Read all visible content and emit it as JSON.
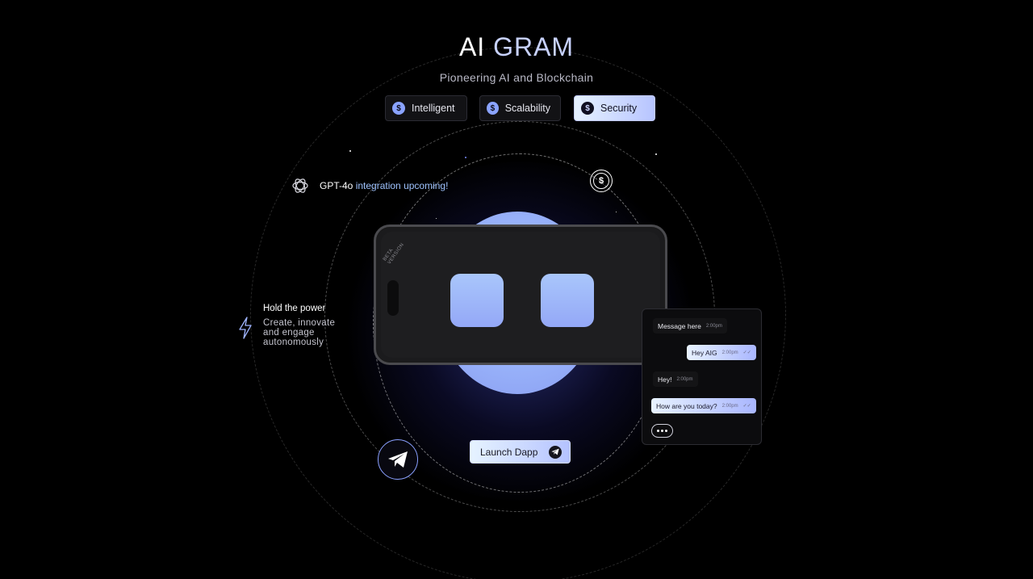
{
  "header": {
    "title_part1": "AI ",
    "title_part2": "GRAM",
    "subtitle": "Pioneering AI and Blockchain"
  },
  "features": [
    {
      "label": "Intelligent",
      "icon": "dollar-coin-icon",
      "active": false
    },
    {
      "label": "Scalability",
      "icon": "dollar-coin-icon",
      "active": false
    },
    {
      "label": "Security",
      "icon": "dollar-coin-icon",
      "active": true
    }
  ],
  "gpt": {
    "prefix": "GPT-4o",
    "highlight": " integration upcoming!"
  },
  "phone": {
    "badge": "BETA VERSION"
  },
  "power": {
    "heading": "Hold the power",
    "description": "Create, innovate and engage autonomously"
  },
  "chat": {
    "messages": [
      {
        "text": "Message here",
        "time": "2:00pm",
        "direction": "in"
      },
      {
        "text": "Hey AIG",
        "time": "2:00pm",
        "direction": "out",
        "ticks": "✓✓"
      },
      {
        "text": "Hey!",
        "time": "2:00pm",
        "direction": "in"
      },
      {
        "text": "How are you today?",
        "time": "2:00pm",
        "direction": "out",
        "ticks": "✓✓"
      }
    ]
  },
  "launch": {
    "label": "Launch Dapp"
  },
  "colors": {
    "accent": "#b4c2ff",
    "orb": "#98b2fa",
    "background": "#000000"
  }
}
